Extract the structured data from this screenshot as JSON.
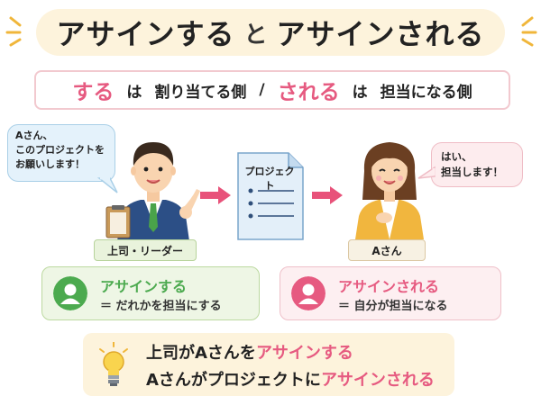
{
  "title": {
    "left_term": "アサインする",
    "connector": "と",
    "right_term": "アサインされる"
  },
  "subtitle": {
    "term_a": "する",
    "particle_a": "は",
    "desc_a": "割り当てる側",
    "separator": "/",
    "term_b": "される",
    "particle_b": "は",
    "desc_b": "担当になる側"
  },
  "left_bubble": {
    "line1": "Aさん、",
    "line2": "このプロジェクトを",
    "line3": "お願いします！"
  },
  "right_bubble": {
    "line1": "はい、",
    "line2": "担当します！"
  },
  "document": {
    "title": "プロジェクト"
  },
  "labels": {
    "boss": "上司・リーダー",
    "person": "Aさん"
  },
  "definitions": {
    "active": {
      "head": "アサインする",
      "body": "＝ だれかを担当にする",
      "color": "#4caa4f"
    },
    "passive": {
      "head": "アサインされる",
      "body": "＝ 自分が担当になる",
      "color": "#e65a80"
    }
  },
  "summary": {
    "line1_prefix": "上司がAさんを",
    "line1_term": "アサインする",
    "line2_prefix": "Aさんがプロジェクトに",
    "line2_term": "アサインされる"
  },
  "colors": {
    "pink": "#e65a80",
    "green": "#4caa4f",
    "arrow": "#e8527a",
    "cream": "#fdf3dc"
  }
}
